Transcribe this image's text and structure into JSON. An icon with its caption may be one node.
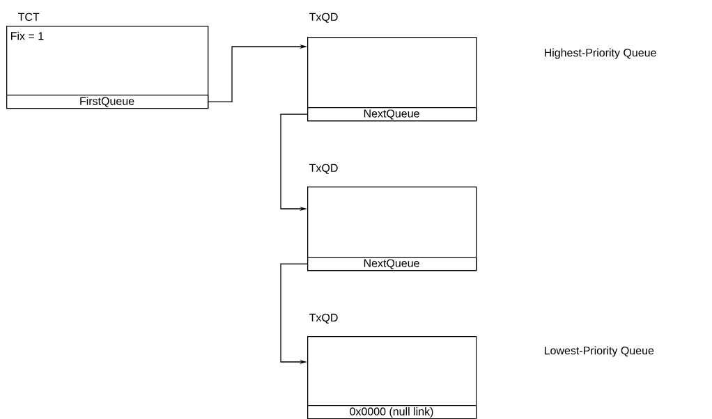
{
  "diagram": {
    "nodes": [
      {
        "text": [
          "TCT",
          "Fix = 1"
        ]
      },
      {
        "text": [
          "FirstQueue"
        ],
        "in": 0
      },
      {
        "text": [
          "TxQD"
        ]
      },
      {
        "text": [
          "NextQueue"
        ],
        "in": 2
      },
      {
        "text": [
          "TxQD"
        ]
      },
      {
        "text": [
          "NextQueue"
        ],
        "in": 4
      },
      {
        "text": [
          "TxQD"
        ]
      },
      {
        "text": [
          "0x0000 (null link)"
        ],
        "in": 6
      }
    ],
    "edges": [
      {
        "from": 1,
        "to": 2,
        "arrow": "to"
      },
      {
        "from": 3,
        "to": 4,
        "arrow": "to"
      },
      {
        "from": 5,
        "to": 6,
        "arrow": "to"
      }
    ],
    "labels": [
      "Highest-Priority Queue",
      "Lowest-Priority Queue"
    ]
  }
}
